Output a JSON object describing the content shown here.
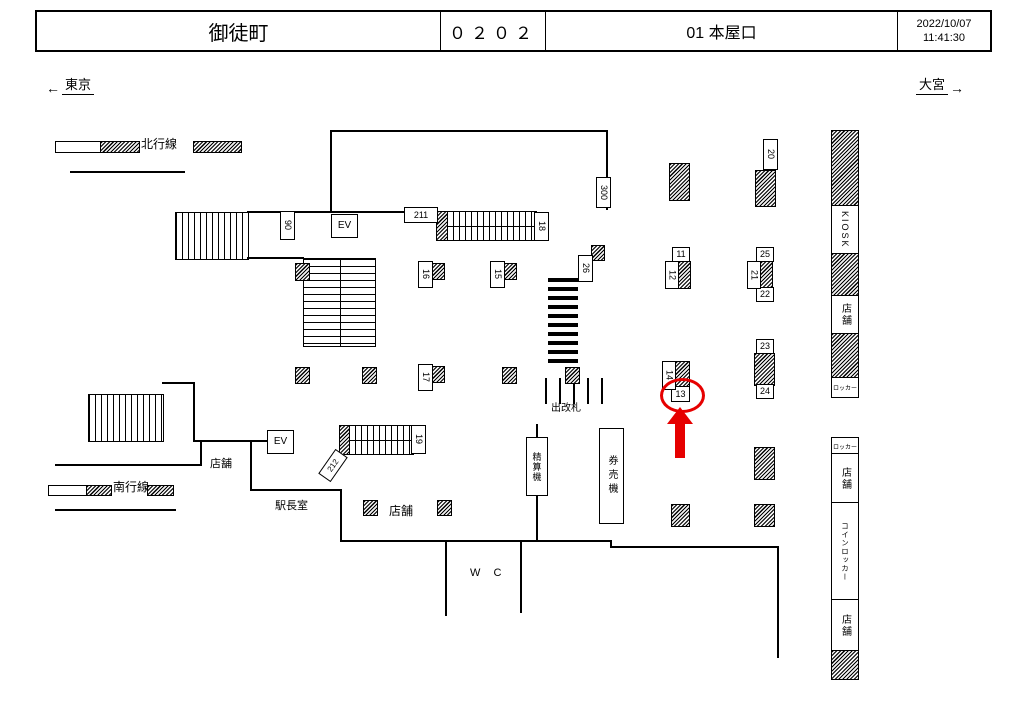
{
  "header": {
    "station": "御徒町",
    "code": "０２０２",
    "entrance": "01 本屋口",
    "date": "2022/10/07",
    "time": "11:41:30"
  },
  "directions": {
    "left_arrow": "←",
    "left_label": "東京",
    "right_label": "大宮",
    "right_arrow": "→"
  },
  "lines": {
    "north": "北行線",
    "south": "南行線"
  },
  "rooms": {
    "ev": "EV",
    "kiosk": "KIOSK",
    "shop": "店舗",
    "locker": "ロッカー",
    "coin_locker": "コインロッカー",
    "ticket_gate": "出改札",
    "fare_adjustment_machine": "精算機",
    "ticket_vending_machine": "券売機",
    "station_master_office": "駅長室",
    "wc": "W C"
  },
  "ad_locations": {
    "n11": "11",
    "n12": "12",
    "n13": "13",
    "n14": "14",
    "n15": "15",
    "n16": "16",
    "n17": "17",
    "n18": "18",
    "n19": "19",
    "n20": "20",
    "n21": "21",
    "n22": "22",
    "n23": "23",
    "n24": "24",
    "n25": "25",
    "n26": "26",
    "n90": "90",
    "n211": "211",
    "n212": "212",
    "n300": "300"
  },
  "highlight": {
    "target": "13"
  }
}
